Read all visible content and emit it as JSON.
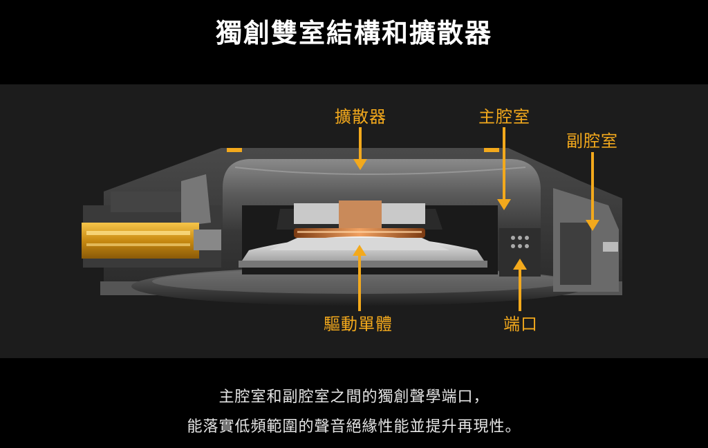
{
  "title": "獨創雙室結構和擴散器",
  "labels": {
    "diffuser": "擴散器",
    "main_chamber": "主腔室",
    "sub_chamber": "副腔室",
    "driver_unit": "驅動單體",
    "port": "端口"
  },
  "caption": {
    "line1": "主腔室和副腔室之間的獨創聲學端口，",
    "line2": "能落實低頻範圍的聲音絕緣性能並提升再現性。"
  },
  "colors": {
    "accent": "#f3a91c",
    "background": "#000000",
    "panel": "#1c1c1c"
  }
}
